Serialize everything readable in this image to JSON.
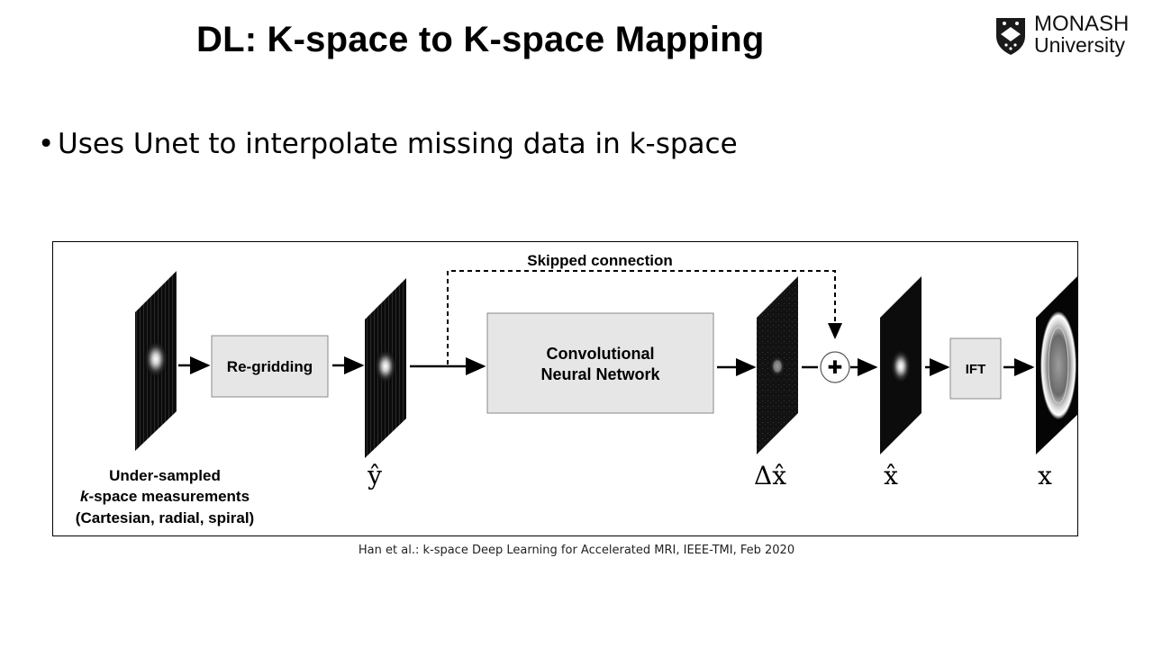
{
  "slide": {
    "title": "DL: K-space to K-space Mapping",
    "bullet": "Uses Unet to interpolate missing data in k-space",
    "caption": "Han et al.: k-space Deep Learning for Accelerated MRI, IEEE-TMI, Feb 2020"
  },
  "logo": {
    "name": "MONASH",
    "subname": "University",
    "icon": "crest-icon"
  },
  "diagram": {
    "skip_label": "Skipped connection",
    "regridding_label": "Re-gridding",
    "cnn_line1": "Convolutional",
    "cnn_line2": "Neural Network",
    "ift_label": "IFT",
    "input_line1": "Under-sampled",
    "input_line2_italic": "k",
    "input_line2_rest": "-space measurements",
    "input_line3": "(Cartesian, radial, spiral)",
    "y_hat": "ŷ",
    "delta_x_hat": "Δx̂",
    "x_hat": "x̂",
    "x": "x",
    "plus_symbol": "✚"
  }
}
